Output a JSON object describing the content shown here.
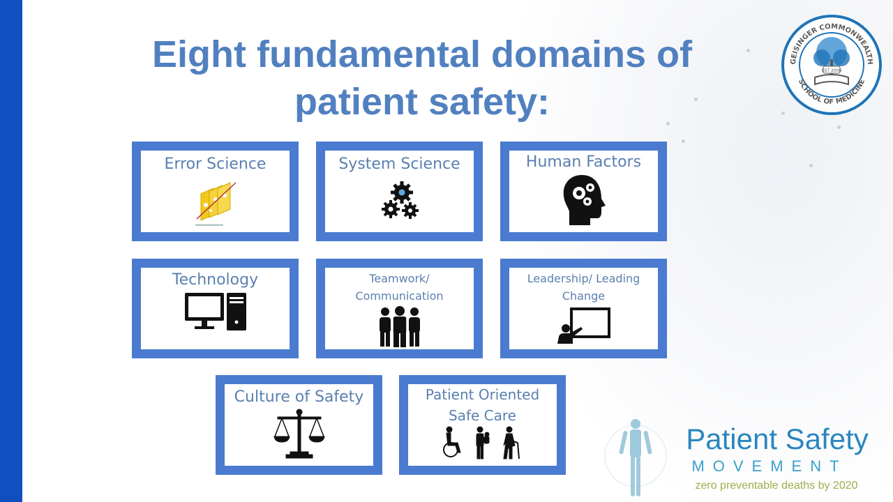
{
  "slide": {
    "title_line1": "Eight fundamental domains of",
    "title_line2": "patient safety:"
  },
  "domains": [
    {
      "label": "Error Science",
      "icon": "swiss-cheese-model-icon"
    },
    {
      "label": "System Science",
      "icon": "gears-icon"
    },
    {
      "label": "Human Factors",
      "icon": "head-gears-icon"
    },
    {
      "label": "Technology",
      "icon": "desktop-computer-icon"
    },
    {
      "label_line1": "Teamwork/",
      "label_line2": "Communication",
      "icon": "team-icon"
    },
    {
      "label_line1": "Leadership/ Leading",
      "label_line2": "Change",
      "icon": "presenter-board-icon"
    },
    {
      "label": "Culture of Safety",
      "icon": "balance-scale-icon"
    },
    {
      "label_line1": "Patient Oriented",
      "label_line2": "Safe Care",
      "icon": "patients-icon"
    }
  ],
  "school_logo": {
    "text": "GEISINGER COMMONWEALTH SCHOOL OF MEDICINE",
    "est": "EST 2008",
    "color": "#1f74b8"
  },
  "psm_logo": {
    "title": "Patient Safety",
    "subtitle": "MOVEMENT",
    "tagline": "zero preventable deaths by 2020"
  },
  "colors": {
    "accent_bar": "#0f4fbf",
    "box_border": "#4a7bd0",
    "title": "#5180c0",
    "label": "#5a7fb0"
  }
}
